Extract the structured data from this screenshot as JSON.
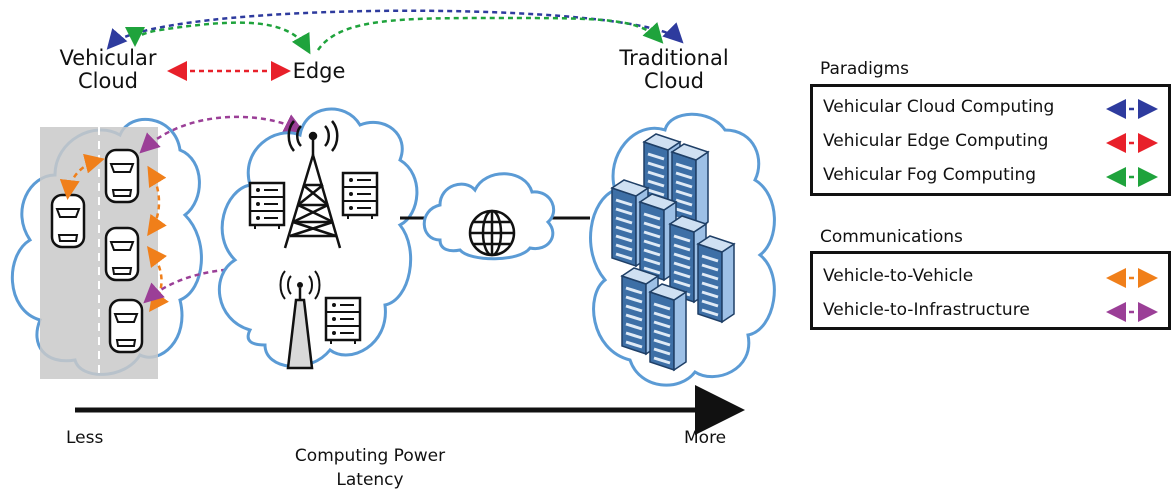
{
  "labels": {
    "vehicular_cloud_line1": "Vehicular",
    "vehicular_cloud_line2": "Cloud",
    "edge": "Edge",
    "traditional_cloud_line1": "Traditional",
    "traditional_cloud_line2": "Cloud"
  },
  "axis": {
    "less": "Less",
    "more": "More",
    "label_line1": "Computing Power",
    "label_line2": "Latency"
  },
  "paradigms": {
    "title": "Paradigms",
    "items": [
      {
        "label": "Vehicular Cloud Computing",
        "color": "#2e3b9e"
      },
      {
        "label": "Vehicular Edge Computing",
        "color": "#e8202a"
      },
      {
        "label": "Vehicular Fog Computing",
        "color": "#1fa33c"
      }
    ]
  },
  "communications": {
    "title": "Communications",
    "items": [
      {
        "label": "Vehicle-to-Vehicle",
        "color": "#f07f1a"
      },
      {
        "label": "Vehicle-to-Infrastructure",
        "color": "#9b3f97"
      }
    ]
  },
  "colors": {
    "cloud_outline": "#5b9bd5",
    "road": "#c9c9c9",
    "server": "#3d6fa6"
  }
}
